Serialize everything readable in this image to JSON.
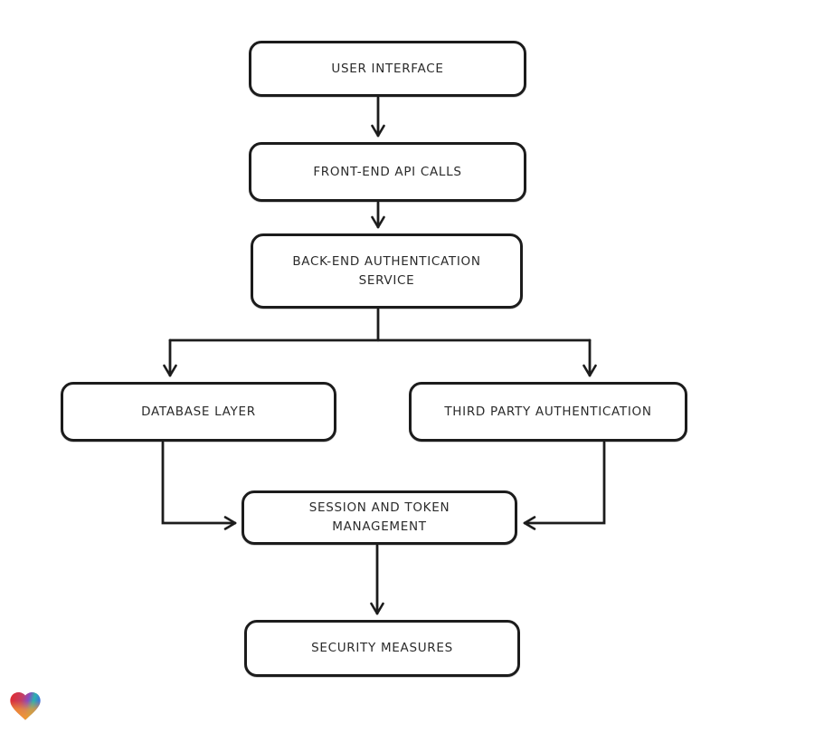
{
  "diagram": {
    "type": "flowchart",
    "background": "#ffffff",
    "stroke_color": "#1c1c1c",
    "node_fill": "#ffffff",
    "nodes": [
      {
        "id": "user-interface",
        "label": "USER INTERFACE"
      },
      {
        "id": "front-end-api-calls",
        "label": "FRONT-END API CALLS"
      },
      {
        "id": "back-end-authentication-service",
        "label": "BACK-END AUTHENTICATION SERVICE"
      },
      {
        "id": "database-layer",
        "label": "DATABASE LAYER"
      },
      {
        "id": "third-party-authentication",
        "label": "THIRD PARTY AUTHENTICATION"
      },
      {
        "id": "session-and-token-management",
        "label": "SESSION AND TOKEN MANAGEMENT"
      },
      {
        "id": "security-measures",
        "label": "SECURITY MEASURES"
      }
    ],
    "edges": [
      {
        "from": "user-interface",
        "to": "front-end-api-calls"
      },
      {
        "from": "front-end-api-calls",
        "to": "back-end-authentication-service"
      },
      {
        "from": "back-end-authentication-service",
        "to": "database-layer"
      },
      {
        "from": "back-end-authentication-service",
        "to": "third-party-authentication"
      },
      {
        "from": "database-layer",
        "to": "session-and-token-management"
      },
      {
        "from": "third-party-authentication",
        "to": "session-and-token-management"
      },
      {
        "from": "session-and-token-management",
        "to": "security-measures"
      }
    ],
    "logo": {
      "name": "heart-logo",
      "colors": [
        "#e42a28",
        "#8a4bbf",
        "#2bb3ad",
        "#3f72dd",
        "#f5992e"
      ]
    }
  }
}
